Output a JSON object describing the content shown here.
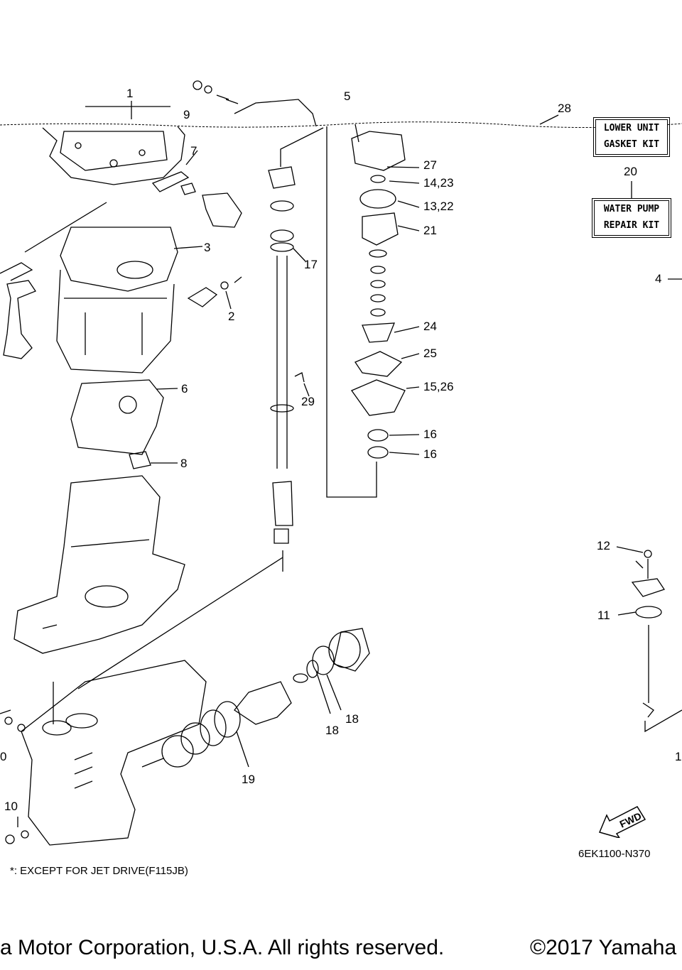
{
  "callouts": {
    "c1": "1",
    "c2": "2",
    "c3": "3",
    "c4": "4",
    "c5": "5",
    "c6": "6",
    "c7": "7",
    "c8": "8",
    "c9": "9",
    "c10": "10",
    "c10b": "0",
    "c11": "11",
    "c12": "12",
    "c13_22": "13,22",
    "c14_23": "14,23",
    "c15_26": "15,26",
    "c16a": "16",
    "c16b": "16",
    "c17": "17",
    "c18a": "18",
    "c18b": "18",
    "c19": "19",
    "c20": "20",
    "c21": "21",
    "c24": "24",
    "c25": "25",
    "c27": "27",
    "c28": "28",
    "c29": "29",
    "c1edge": "1"
  },
  "kits": {
    "lower_unit": [
      "LOWER UNIT",
      "GASKET KIT"
    ],
    "water_pump": [
      "WATER PUMP",
      "REPAIR KIT"
    ]
  },
  "note": "*: EXCEPT FOR JET DRIVE(F115JB)",
  "drawing_code": "6EK1100-N370",
  "fwd_label": "FWD",
  "footer": {
    "left": "a Motor Corporation, U.S.A. All rights reserved.",
    "right": "©2017 Yamaha"
  }
}
